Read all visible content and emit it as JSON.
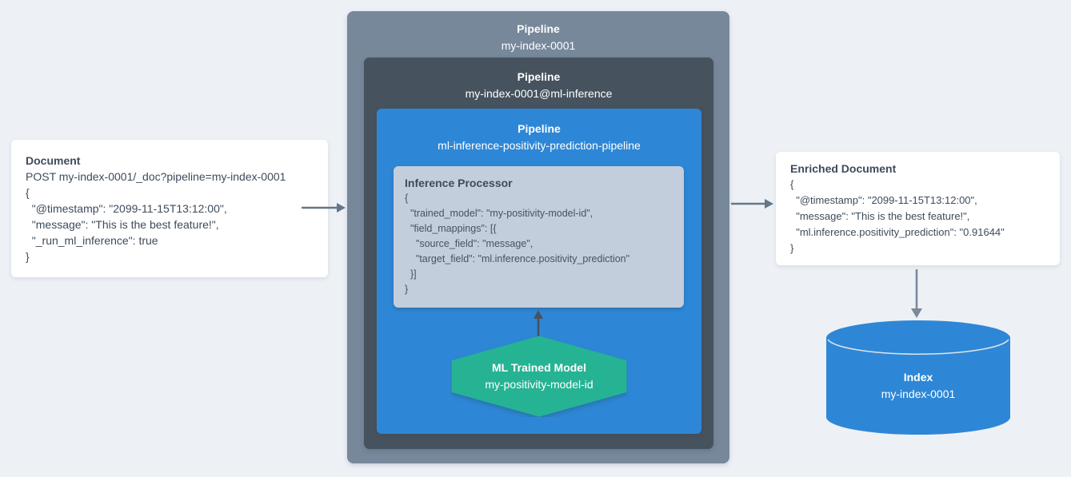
{
  "colors": {
    "background": "#edf1f6",
    "pipeline_outer": "#77889b",
    "pipeline_mid": "#46535f",
    "pipeline_inner_blue": "#2e87d6",
    "processor_panel": "#c2cedb",
    "model_teal": "#26b394",
    "index_blue": "#2e87d6",
    "arrow_gray": "#657687",
    "text_dark": "#3e4b5b",
    "text_white": "#ffffff"
  },
  "document": {
    "title": "Document",
    "lines": [
      "POST my-index-0001/_doc?pipeline=my-index-0001",
      "{",
      "  \"@timestamp\": \"2099-11-15T13:12:00\",",
      "  \"message\": \"This is the best feature!\",",
      "  \"_run_ml_inference\": true",
      "}"
    ]
  },
  "pipeline_outer": {
    "title": "Pipeline",
    "name": "my-index-0001"
  },
  "pipeline_mid": {
    "title": "Pipeline",
    "name": "my-index-0001@ml-inference"
  },
  "pipeline_inner": {
    "title": "Pipeline",
    "name": "ml-inference-positivity-prediction-pipeline"
  },
  "inference_processor": {
    "title": "Inference Processor",
    "lines": [
      "{",
      "  \"trained_model\": \"my-positivity-model-id\",",
      "  \"field_mappings\": [{",
      "    \"source_field\": \"message\",",
      "    \"target_field\": \"ml.inference.positivity_prediction\"",
      "  }]",
      "}"
    ]
  },
  "ml_model": {
    "title": "ML Trained Model",
    "name": "my-positivity-model-id"
  },
  "enriched_document": {
    "title": "Enriched Document",
    "lines": [
      "{",
      "  \"@timestamp\": \"2099-11-15T13:12:00\",",
      "  \"message\": \"This is the best feature!\",",
      "  \"ml.inference.positivity_prediction\": \"0.91644\"",
      "}"
    ]
  },
  "index": {
    "title": "Index",
    "name": "my-index-0001"
  }
}
